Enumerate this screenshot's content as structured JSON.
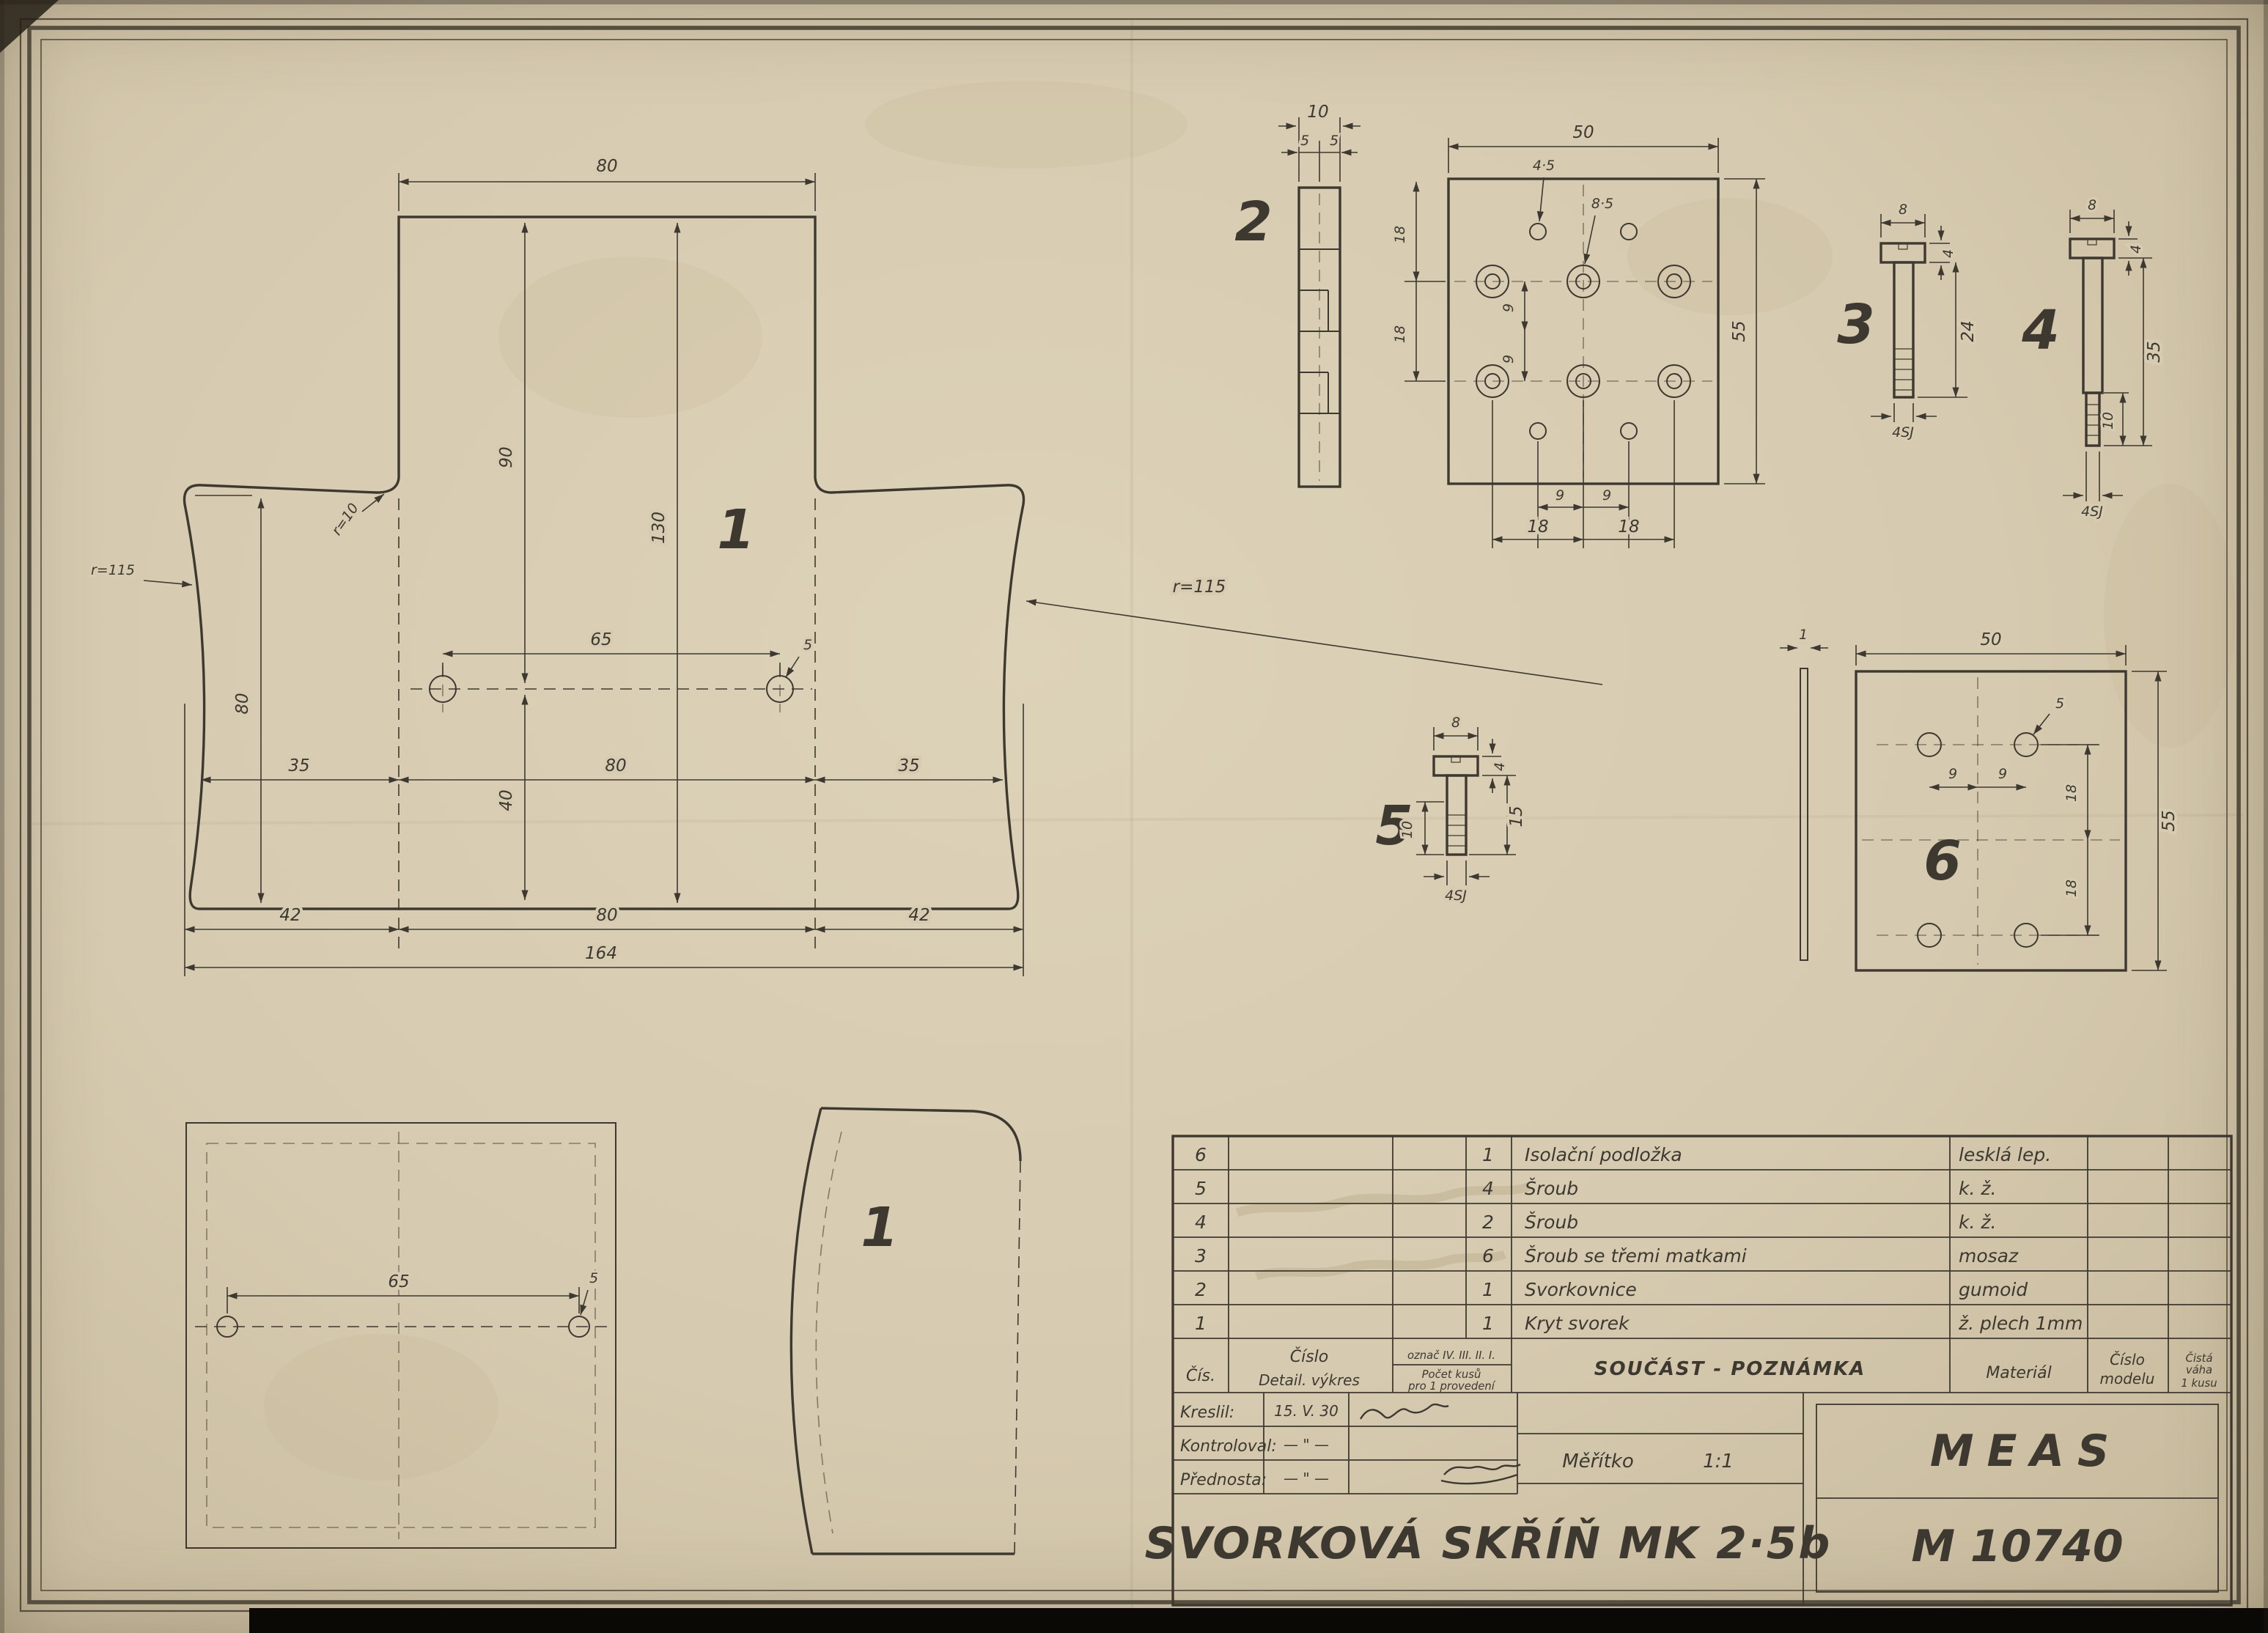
{
  "palette": {
    "paper": "#d8cdb2",
    "ink": "#3e3930",
    "ink_faint": "#8a7f6a",
    "photo_black": "#0b0906"
  },
  "views": {
    "v1": {
      "label": "1",
      "dim_top_width": "80",
      "dim_height_90": "90",
      "dim_height_130": "130",
      "radius_fillet": "r=10",
      "radius_left": "r=115",
      "radius_right": "r=115",
      "dim_left_height": "80",
      "dim_hole_span": "65",
      "dim_hole_dia": "5",
      "dim_left_35": "35",
      "dim_mid_40": "40",
      "dim_mid_80": "80",
      "dim_right_35": "35",
      "dim_bottom_42_left": "42",
      "dim_bottom_80": "80",
      "dim_bottom_42_right": "42",
      "dim_total_width": "164"
    },
    "v2": {
      "label": "2",
      "dim_strip_total": "10",
      "dim_strip_5_left": "5",
      "dim_strip_5_right": "5",
      "dim_plate_width": "50",
      "dim_plate_height": "55",
      "dim_hole_small": "4·5",
      "dim_hole_large": "8·5",
      "dim_left_18_top": "18",
      "dim_left_18_bottom": "18",
      "dim_mid_9_top": "9",
      "dim_mid_9_bottom": "9",
      "dim_bottom_9_left": "9",
      "dim_bottom_9_right": "9",
      "dim_bottom_18_left": "18",
      "dim_bottom_18_right": "18"
    },
    "v3": {
      "label": "3",
      "dim_width": "8",
      "dim_head": "4",
      "dim_length": "24",
      "thread": "4SJ"
    },
    "v4": {
      "label": "4",
      "dim_width": "8",
      "dim_head": "4",
      "dim_length": "35",
      "dim_tip": "10",
      "thread": "4SJ"
    },
    "v5": {
      "label": "5",
      "dim_width": "8",
      "dim_head": "4",
      "dim_length": "15",
      "dim_tip": "10",
      "thread": "4SJ"
    },
    "v6": {
      "label": "6",
      "dim_thickness": "1",
      "dim_plate_width": "50",
      "dim_plate_height": "55",
      "dim_hole_dia": "5",
      "dim_mid_9_left": "9",
      "dim_mid_9_right": "9",
      "dim_right_18_top": "18",
      "dim_right_18_bottom": "18"
    },
    "v7": {
      "dim_width": "65",
      "dim_hole_dia": "5"
    },
    "v8": {
      "label": "1"
    }
  },
  "table": {
    "headers": {
      "cis": "Čís.",
      "cislo1": "Číslo",
      "cislo2": "Detail. výkres",
      "oznac": "označ IV. III. II. I.",
      "pocet1": "Počet kusů",
      "pocet2": "pro 1 provedení",
      "soucast": "SOUČÁST - POZNÁMKA",
      "material": "Materiál",
      "model1": "Číslo",
      "model2": "modelu",
      "vaha1": "Čistá",
      "vaha2": "váha",
      "vaha3": "1 kusu"
    },
    "rows": [
      {
        "cis": "6",
        "count": "1",
        "name": "Isolační podložka",
        "material": "lesklá lep."
      },
      {
        "cis": "5",
        "count": "4",
        "name": "Šroub",
        "material": "k. ž."
      },
      {
        "cis": "4",
        "count": "2",
        "name": "Šroub",
        "material": "k. ž."
      },
      {
        "cis": "3",
        "count": "6",
        "name": "Šroub se třemi matkami",
        "material": "mosaz"
      },
      {
        "cis": "2",
        "count": "1",
        "name": "Svorkovnice",
        "material": "gumoid"
      },
      {
        "cis": "1",
        "count": "1",
        "name": "Kryt svorek",
        "material": "ž. plech 1mm"
      }
    ]
  },
  "block": {
    "kreslil_label": "Kreslil:",
    "kreslil_value": "15. V. 30",
    "kontroloval_label": "Kontroloval:",
    "kontroloval_value": "— \" —",
    "prednosta_label": "Přednosta:",
    "prednosta_value": "— \" —",
    "meritko_label": "Měřítko",
    "meritko_value": "1:1",
    "title": "SVORKOVÁ SKŘÍŇ MK 2·5b",
    "company": "MEAS",
    "number": "M 10740"
  }
}
